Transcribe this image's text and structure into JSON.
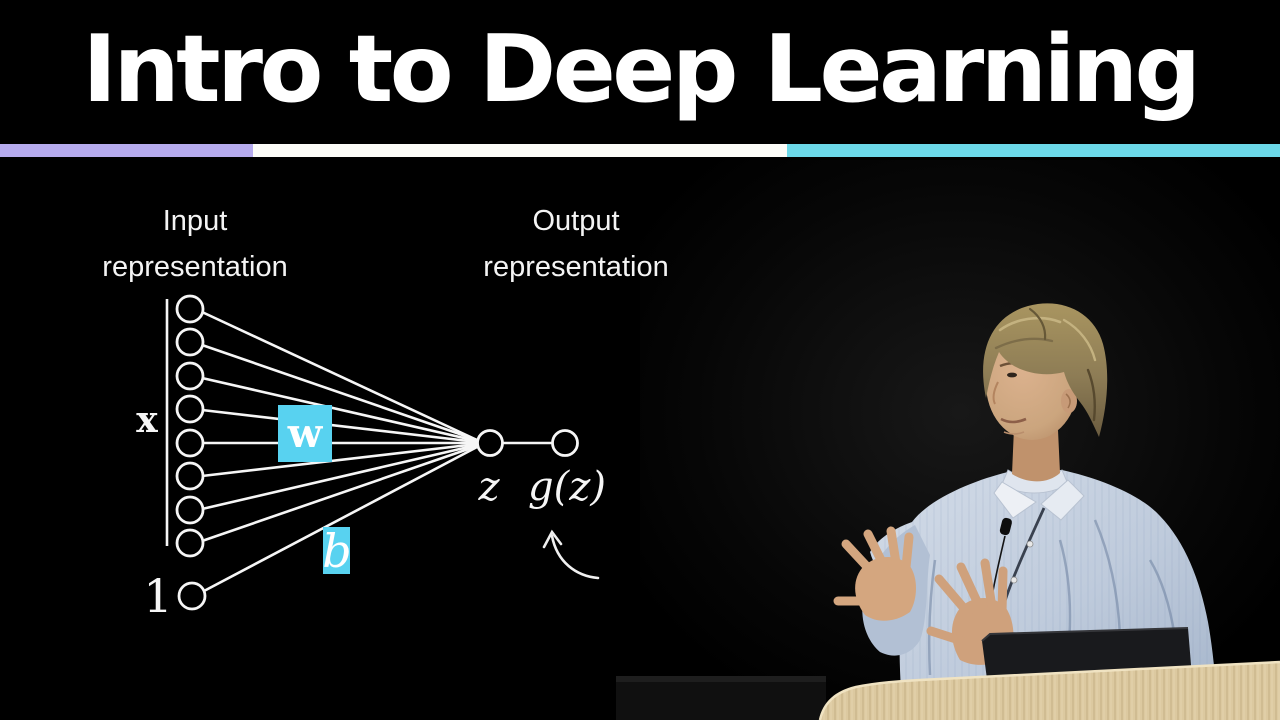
{
  "title": "Intro to Deep Learning",
  "accent_bar": {
    "purple_color": "#b6abee",
    "white_color": "#fcfcf8",
    "cyan_color": "#6cd8e8"
  },
  "slide": {
    "input_heading_line1": "Input",
    "input_heading_line2": "representation",
    "output_heading_line1": "Output",
    "output_heading_line2": "representation",
    "input_vector_label": "x",
    "bias_input_label": "1",
    "weight_label": "w",
    "bias_label": "b",
    "preactivation_label": "z",
    "activation_label": "g(z)",
    "input_node_count": 8,
    "line_color": "#f6f6f6",
    "highlight_box_color": "#58d2f0"
  },
  "video": {
    "podium_wood_color": "#ddc9a0",
    "laptop_color": "#191a1d",
    "shirt_color": "#c2cddd",
    "collar_color": "#edf0f5",
    "skin_color": "#cfa17c",
    "hair_color": "#93825a",
    "background_color": "#0d0d0d"
  }
}
